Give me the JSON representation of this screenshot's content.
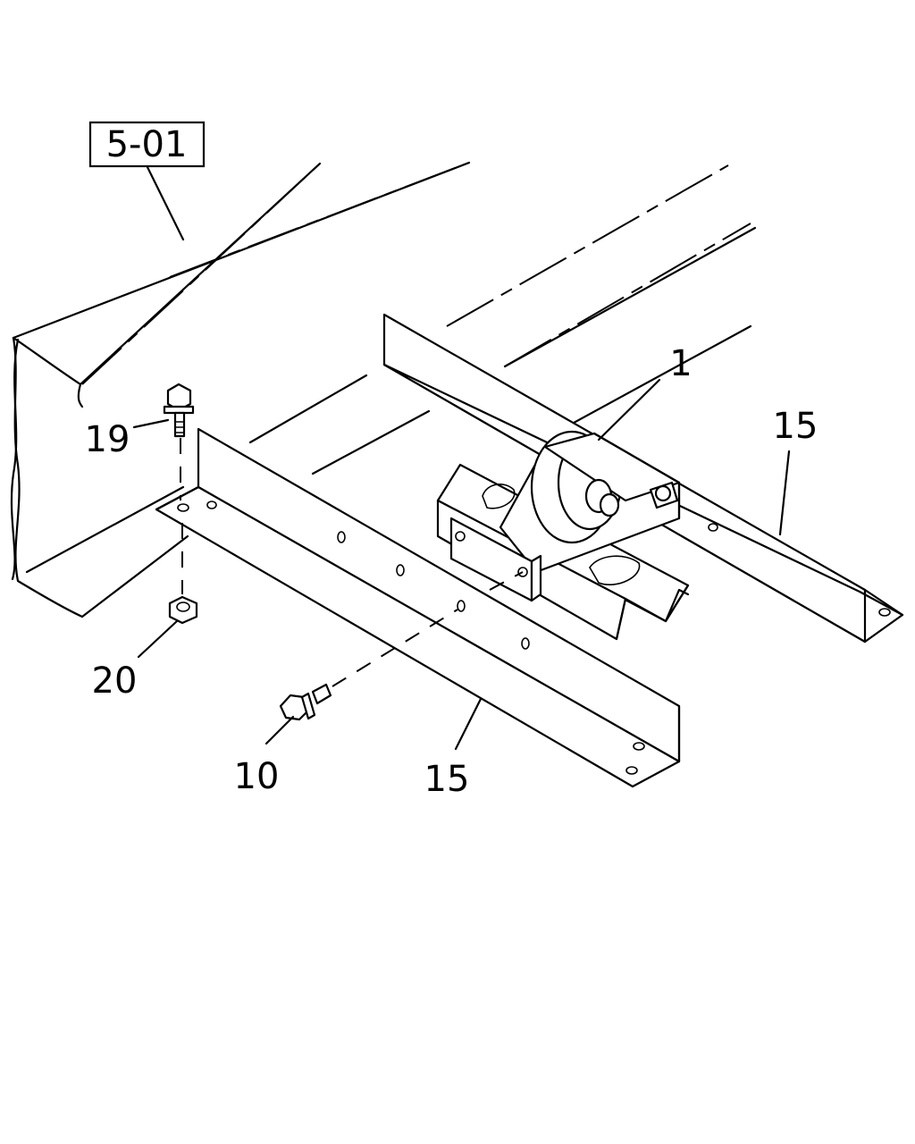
{
  "diagram": {
    "reference_box": "5-01",
    "callouts": {
      "part_1": "1",
      "part_15_right": "15",
      "part_15_lower": "15",
      "part_19": "19",
      "part_20": "20",
      "part_10": "10"
    }
  },
  "colors": {
    "ink": "#000000",
    "paper": "#ffffff"
  }
}
